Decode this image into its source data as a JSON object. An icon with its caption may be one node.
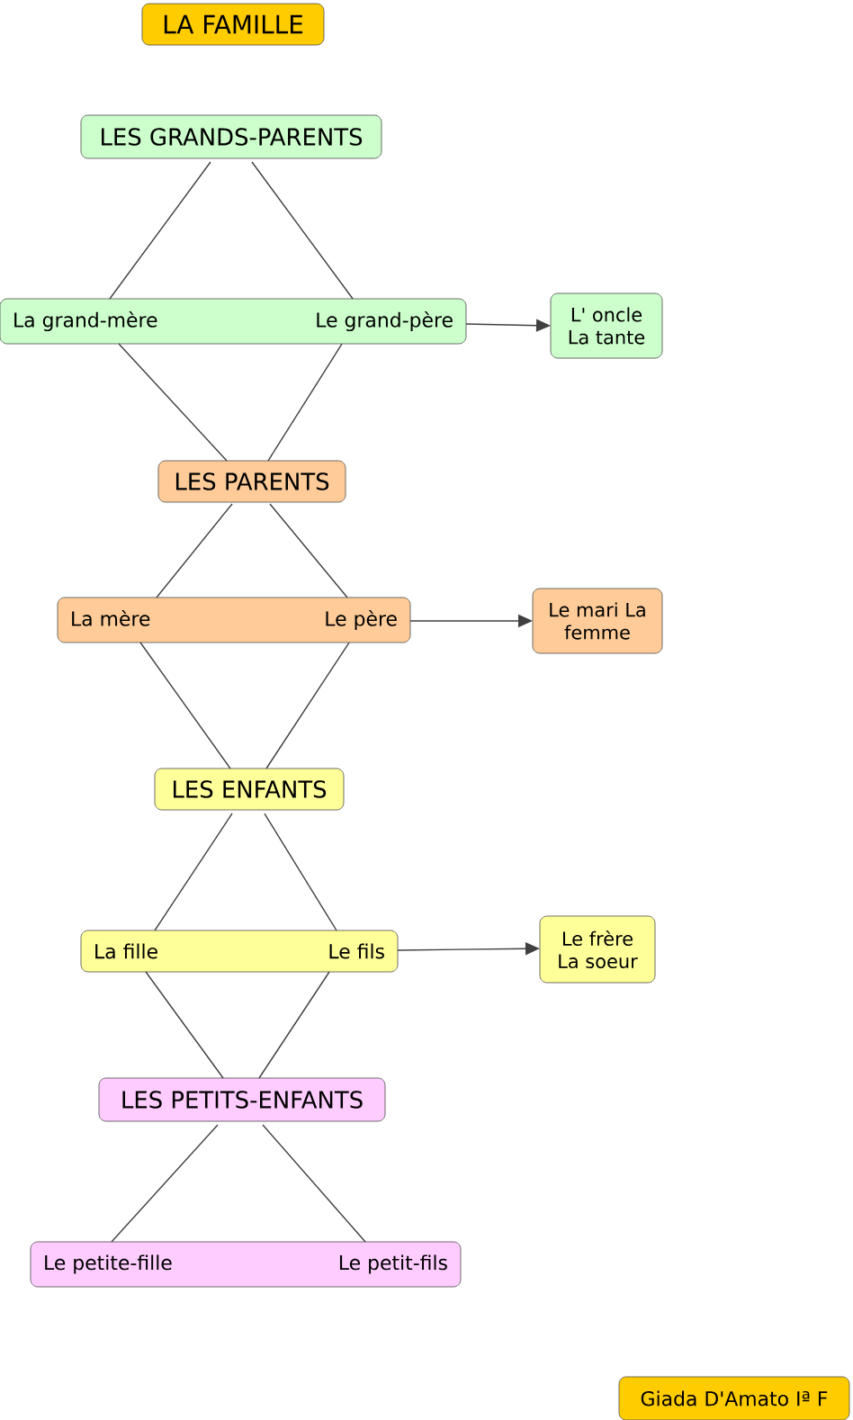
{
  "diagram": {
    "nodes": [
      {
        "text": [
          "LA FAMILLE"
        ]
      },
      {
        "text": [
          "LES GRANDS-PARENTS"
        ]
      },
      {
        "text": [
          "La grand-mère",
          "Le grand-père"
        ]
      },
      {
        "text": [
          "L' oncle La tante"
        ]
      },
      {
        "text": [
          "LES PARENTS"
        ]
      },
      {
        "text": [
          "La mère",
          "Le père"
        ]
      },
      {
        "text": [
          "Le mari La femme"
        ]
      },
      {
        "text": [
          "LES ENFANTS"
        ]
      },
      {
        "text": [
          "La fille",
          "Le fils"
        ]
      },
      {
        "text": [
          "Le frère La soeur"
        ]
      },
      {
        "text": [
          "LES PETITS-ENFANTS"
        ]
      },
      {
        "text": [
          "Le petite-fille",
          "Le petit-fils"
        ]
      },
      {
        "text": [
          "Giada D'Amato Iª F"
        ]
      }
    ],
    "edges": [
      {
        "from": 1,
        "to": 2,
        "arrow": "none"
      },
      {
        "from": 1,
        "to": 2,
        "arrow": "none"
      },
      {
        "from": 2,
        "to": 3,
        "arrow": "to"
      },
      {
        "from": 2,
        "to": 4,
        "arrow": "none"
      },
      {
        "from": 2,
        "to": 4,
        "arrow": "none"
      },
      {
        "from": 4,
        "to": 5,
        "arrow": "none"
      },
      {
        "from": 4,
        "to": 5,
        "arrow": "none"
      },
      {
        "from": 5,
        "to": 6,
        "arrow": "to"
      },
      {
        "from": 5,
        "to": 7,
        "arrow": "none"
      },
      {
        "from": 5,
        "to": 7,
        "arrow": "none"
      },
      {
        "from": 7,
        "to": 8,
        "arrow": "none"
      },
      {
        "from": 7,
        "to": 8,
        "arrow": "none"
      },
      {
        "from": 8,
        "to": 9,
        "arrow": "to"
      },
      {
        "from": 8,
        "to": 10,
        "arrow": "none"
      },
      {
        "from": 8,
        "to": 10,
        "arrow": "none"
      },
      {
        "from": 10,
        "to": 11,
        "arrow": "none"
      },
      {
        "from": 10,
        "to": 11,
        "arrow": "none"
      }
    ]
  }
}
